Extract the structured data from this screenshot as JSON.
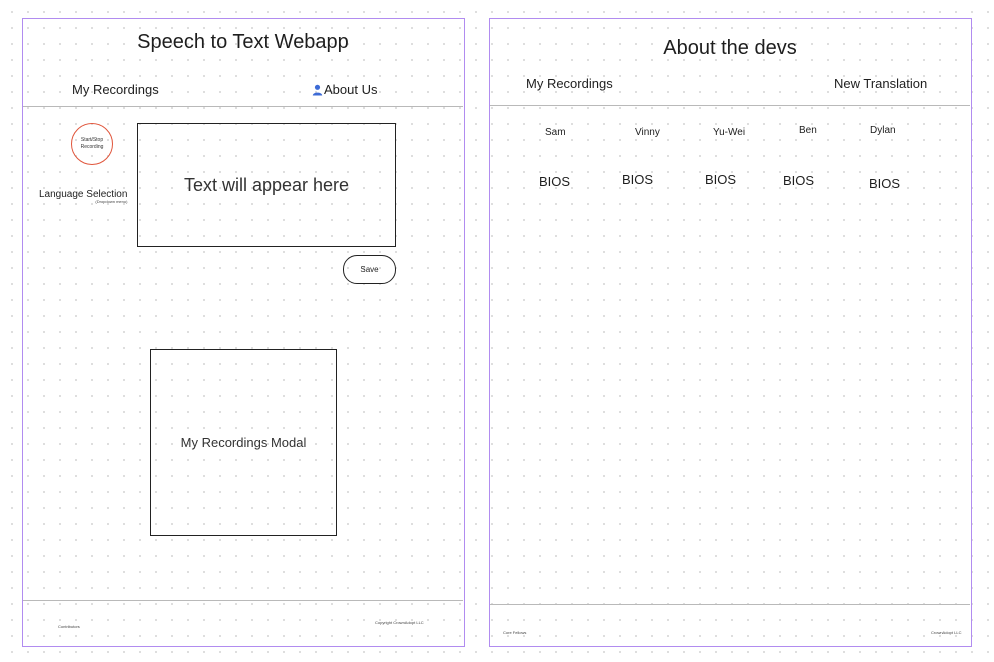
{
  "left_frame": {
    "title": "Speech to Text Webapp",
    "nav": {
      "my_recordings": "My Recordings",
      "about_us": "About Us"
    },
    "record_button": {
      "line1": "Start/Stop",
      "line2": "Recording"
    },
    "language_selection": {
      "label": "Language Selection",
      "hint": "(Dropdown menu)"
    },
    "text_area": "Text will appear here",
    "save_button": "Save",
    "recordings_modal": "My Recordings Modal",
    "footer": {
      "left": "Contributors",
      "right": "Copyright CrownAdopt LLC"
    }
  },
  "right_frame": {
    "title": "About the devs",
    "nav": {
      "my_recordings": "My Recordings",
      "new_translation": "New Translation"
    },
    "devs": [
      {
        "name": "Sam",
        "bio": "BIOS"
      },
      {
        "name": "Vinny",
        "bio": "BIOS"
      },
      {
        "name": "Yu-Wei",
        "bio": "BIOS"
      },
      {
        "name": "Ben",
        "bio": "BIOS"
      },
      {
        "name": "Dylan",
        "bio": "BIOS"
      }
    ],
    "footer": {
      "left": "Core Fellows",
      "right": "CrownAdopt LLC"
    }
  },
  "colors": {
    "frame_border": "#b18cf0",
    "record_ring": "#e0553b",
    "user_icon": "#3d6bd6"
  },
  "icons": {
    "about_us": "user-icon"
  }
}
